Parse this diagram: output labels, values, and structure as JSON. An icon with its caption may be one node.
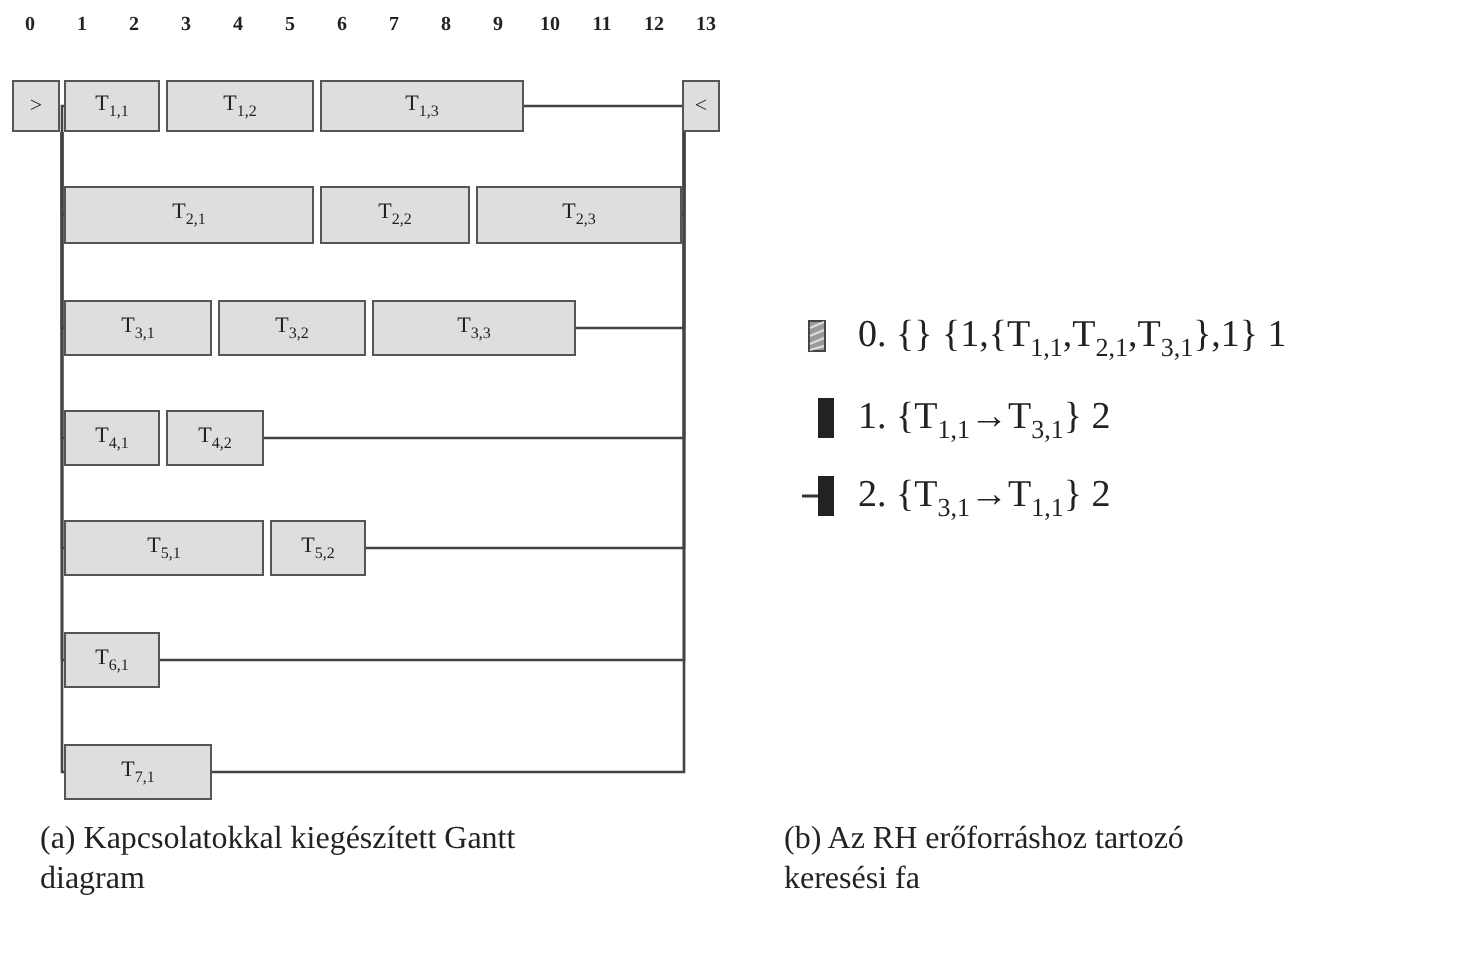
{
  "diagram": {
    "nodes": [
      {
        "text": [
          ">"
        ]
      },
      {
        "text": [
          "T$_{1,1}$"
        ]
      },
      {
        "text": [
          "T$_{1,2}$"
        ]
      },
      {
        "text": [
          "T$_{1,3}$"
        ]
      },
      {
        "text": [
          "<"
        ]
      },
      {
        "text": [
          "T$_{2,1}$"
        ]
      },
      {
        "text": [
          "T$_{2,2}$"
        ]
      },
      {
        "text": [
          "T$_{2,3}$"
        ]
      },
      {
        "text": [
          "T$_{3,1}$"
        ]
      },
      {
        "text": [
          "T$_{3,2}$"
        ]
      },
      {
        "text": [
          "T$_{3,3}$"
        ]
      },
      {
        "text": [
          "T$_{4,1}$"
        ]
      },
      {
        "text": [
          "T$_{4,2}$"
        ]
      },
      {
        "text": [
          "T$_{5,1}$"
        ]
      },
      {
        "text": [
          "T$_{5,2}$"
        ]
      },
      {
        "text": [
          "T$_{6,1}$"
        ]
      },
      {
        "text": [
          "T$_{7,1}$"
        ]
      },
      {
        "text": [
          "0. {} {1,{T$_{1,1}$,T$_{2,1}$,T$_{3,1}$},1} 1"
        ]
      },
      {
        "text": [
          "1. {T$_{1,1}$→T$_{3,1}$} 2"
        ]
      },
      {
        "text": [
          "2. {T$_{3,1}$→T$_{1,1}$} 2"
        ]
      }
    ],
    "edges": [
      {
        "from": 0,
        "to": 1,
        "arrow": "none"
      },
      {
        "from": 0,
        "to": 5,
        "arrow": "none"
      },
      {
        "from": 0,
        "to": 8,
        "arrow": "none"
      },
      {
        "from": 0,
        "to": 11,
        "arrow": "none"
      },
      {
        "from": 0,
        "to": 13,
        "arrow": "none"
      },
      {
        "from": 0,
        "to": 15,
        "arrow": "none"
      },
      {
        "from": 0,
        "to": 16,
        "arrow": "none"
      },
      {
        "from": 3,
        "to": 4,
        "arrow": "none"
      },
      {
        "from": 7,
        "to": 4,
        "arrow": "none"
      },
      {
        "from": 10,
        "to": 4,
        "arrow": "none"
      },
      {
        "from": 12,
        "to": 4,
        "arrow": "none"
      },
      {
        "from": 14,
        "to": 4,
        "arrow": "none"
      },
      {
        "from": 15,
        "to": 4,
        "arrow": "none"
      },
      {
        "from": 16,
        "to": 4,
        "arrow": "none"
      }
    ],
    "labels": [
      "0",
      "1",
      "2",
      "3",
      "4",
      "5",
      "6",
      "7",
      "8",
      "9",
      "10",
      "11",
      "12",
      "13",
      "(a) Kapcsolatokkal kiegészített Gantt diagram",
      "(b) Az RH erőforráshoz tartozó keresési fa"
    ]
  }
}
